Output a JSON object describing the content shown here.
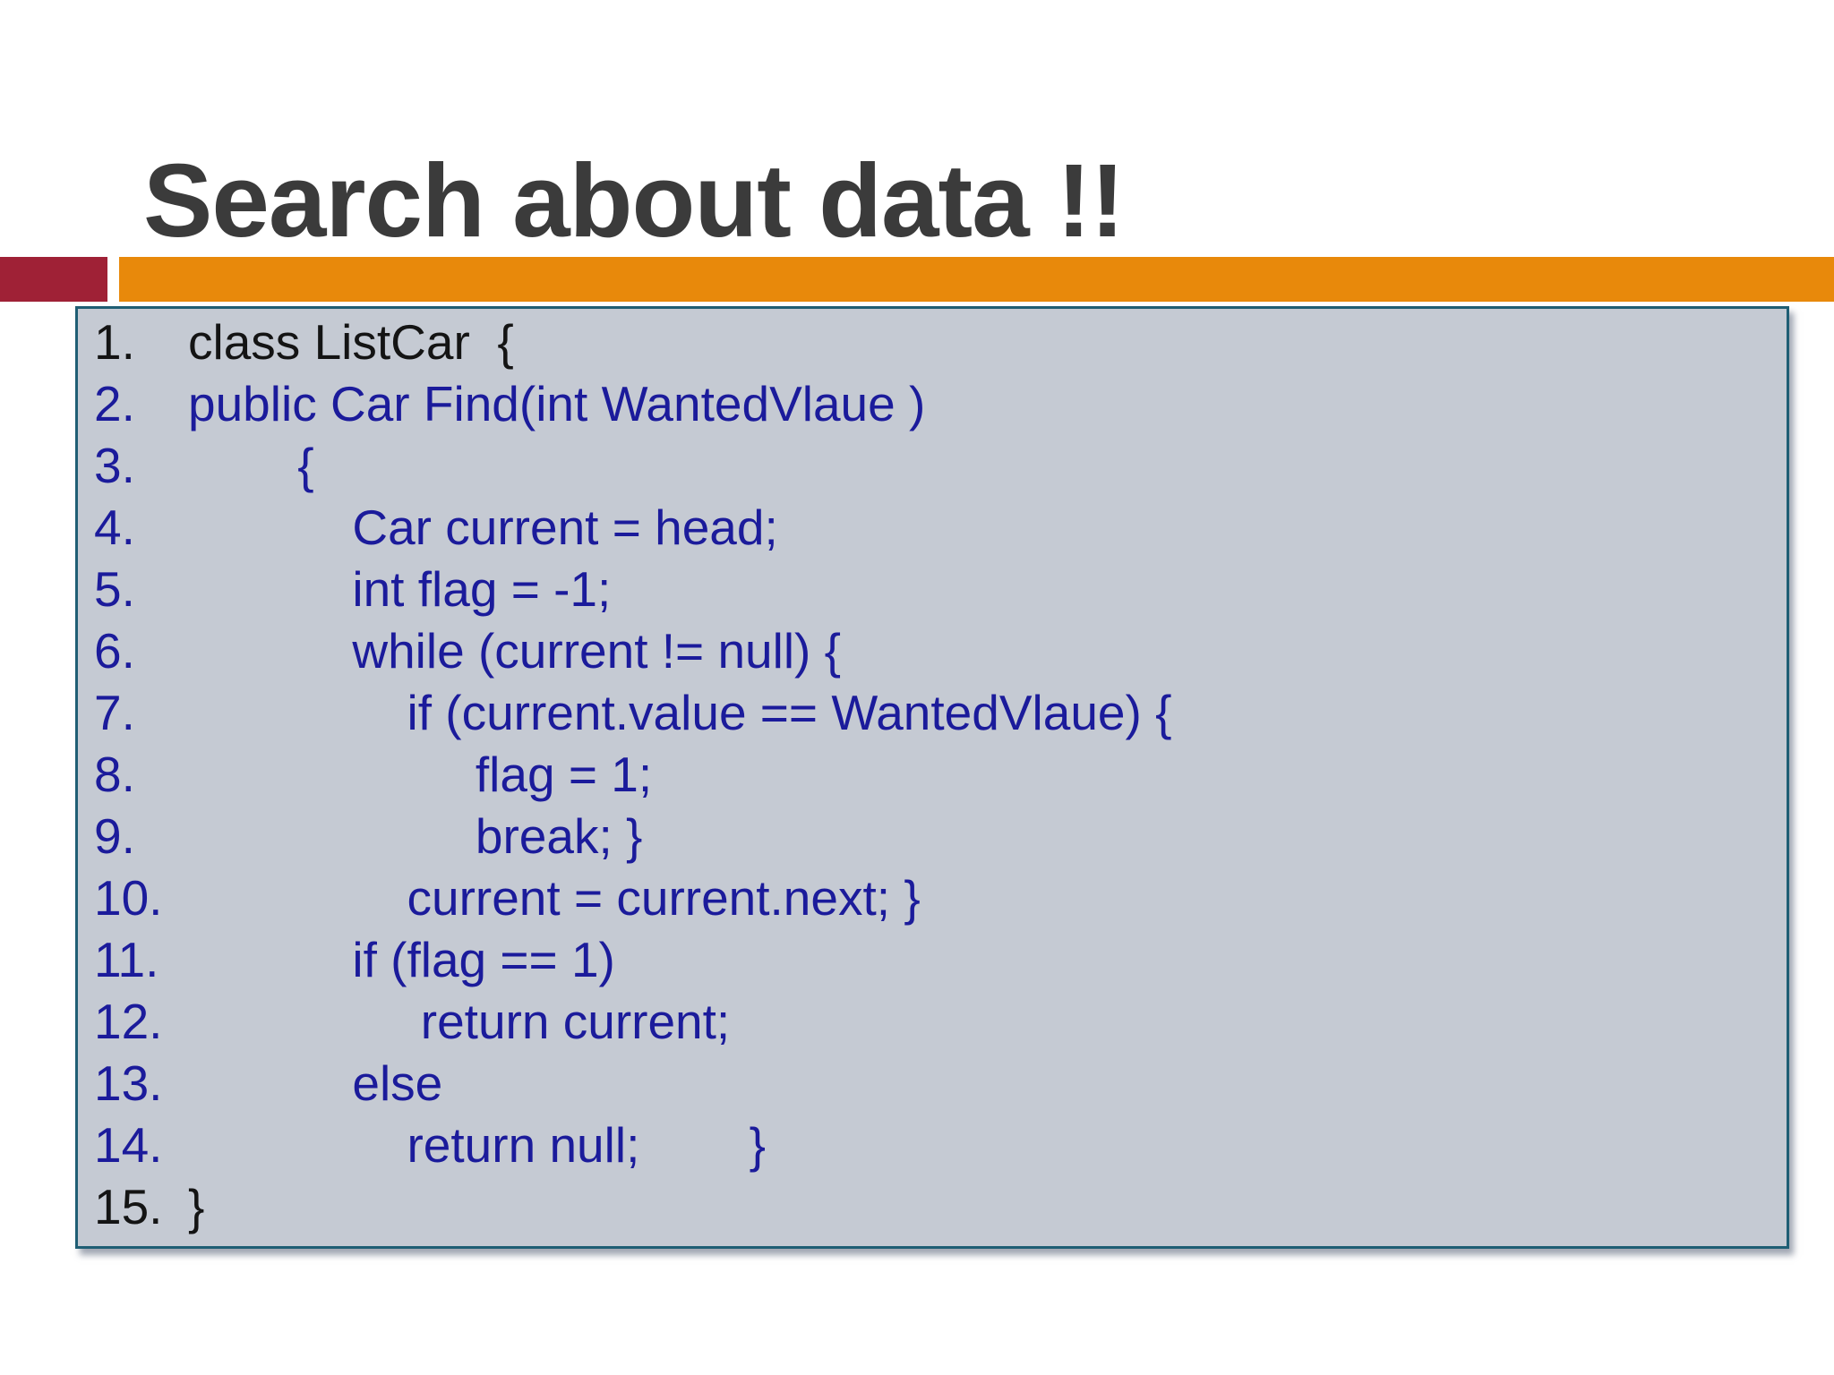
{
  "slide": {
    "title": "Search about data !!"
  },
  "colors": {
    "crimson": "#9f2136",
    "orange": "#e8890b",
    "code_box_background": "#c5cad3",
    "code_box_border": "#1f5e74",
    "code_navy": "#1b1b9b",
    "code_black": "#141414",
    "title_gray": "#3b3b3b"
  },
  "code_box": {
    "lines": [
      {
        "num": "1.",
        "code": "class ListCar  {",
        "color": "black"
      },
      {
        "num": "2.",
        "code": "public Car Find(int WantedVlaue )",
        "color": "navy"
      },
      {
        "num": "3.",
        "code": "        {",
        "color": "navy"
      },
      {
        "num": "4.",
        "code": "            Car current = head;",
        "color": "navy"
      },
      {
        "num": "5.",
        "code": "            int flag = -1;",
        "color": "navy"
      },
      {
        "num": "6.",
        "code": "            while (current != null) {",
        "color": "navy"
      },
      {
        "num": "7.",
        "code": "                if (current.value == WantedVlaue) {",
        "color": "navy"
      },
      {
        "num": "8.",
        "code": "                     flag = 1;",
        "color": "navy"
      },
      {
        "num": "9.",
        "code": "                     break; }",
        "color": "navy"
      },
      {
        "num": "10.",
        "code": "                current = current.next; }",
        "color": "navy"
      },
      {
        "num": "11.",
        "code": "            if (flag == 1)",
        "color": "navy"
      },
      {
        "num": "12.",
        "code": "                 return current;",
        "color": "navy"
      },
      {
        "num": "13.",
        "code": "            else",
        "color": "navy"
      },
      {
        "num": "14.",
        "code": "                return null;        }",
        "color": "navy"
      },
      {
        "num": "15.",
        "code": "}",
        "color": "black"
      }
    ]
  }
}
